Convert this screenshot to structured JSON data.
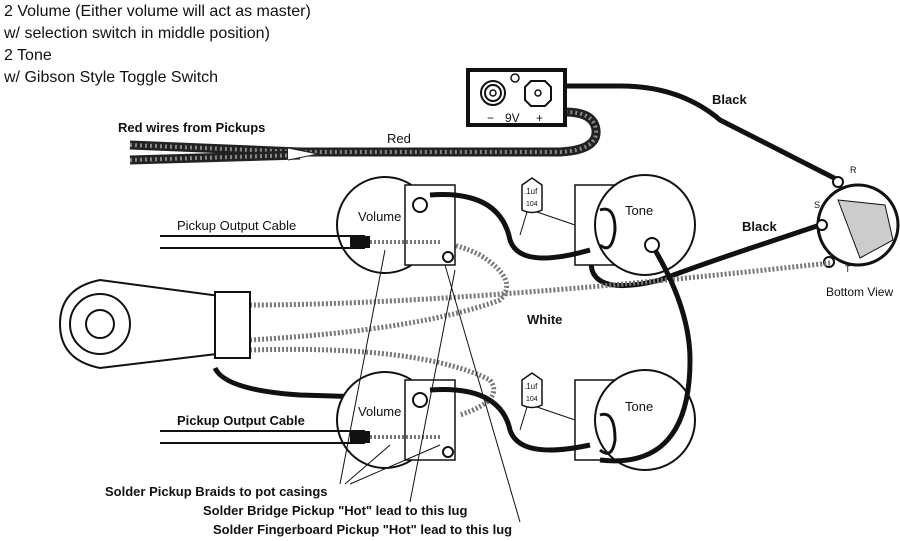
{
  "header": {
    "lines": [
      "2 Volume (Either volume will act as master)",
      "w/ selection switch in middle position)",
      "2  Tone",
      "w/ Gibson Style Toggle Switch"
    ]
  },
  "battery": {
    "minus": "−",
    "voltage": "9V",
    "plus": "+"
  },
  "wires": {
    "red_from_pickups": "Red wires from Pickups",
    "red": "Red",
    "black_top": "Black",
    "black_mid": "Black",
    "white": "White"
  },
  "jack": {
    "r": "R",
    "s": "S",
    "t": "T",
    "view": "Bottom View"
  },
  "pots": {
    "volume_top": "Volume",
    "volume_bottom": "Volume",
    "tone_top": "Tone",
    "tone_bottom": "Tone"
  },
  "capacitors": {
    "top": {
      "value": ".1uf",
      "code": "104"
    },
    "bottom": {
      "value": ".1uf",
      "code": "104"
    }
  },
  "cables": {
    "top": "Pickup Output Cable",
    "bottom": "Pickup Output Cable"
  },
  "notes": [
    "Solder Pickup Braids to pot casings",
    "Solder Bridge Pickup \"Hot\" lead to this lug",
    "Solder Fingerboard Pickup \"Hot\" lead to this lug"
  ]
}
